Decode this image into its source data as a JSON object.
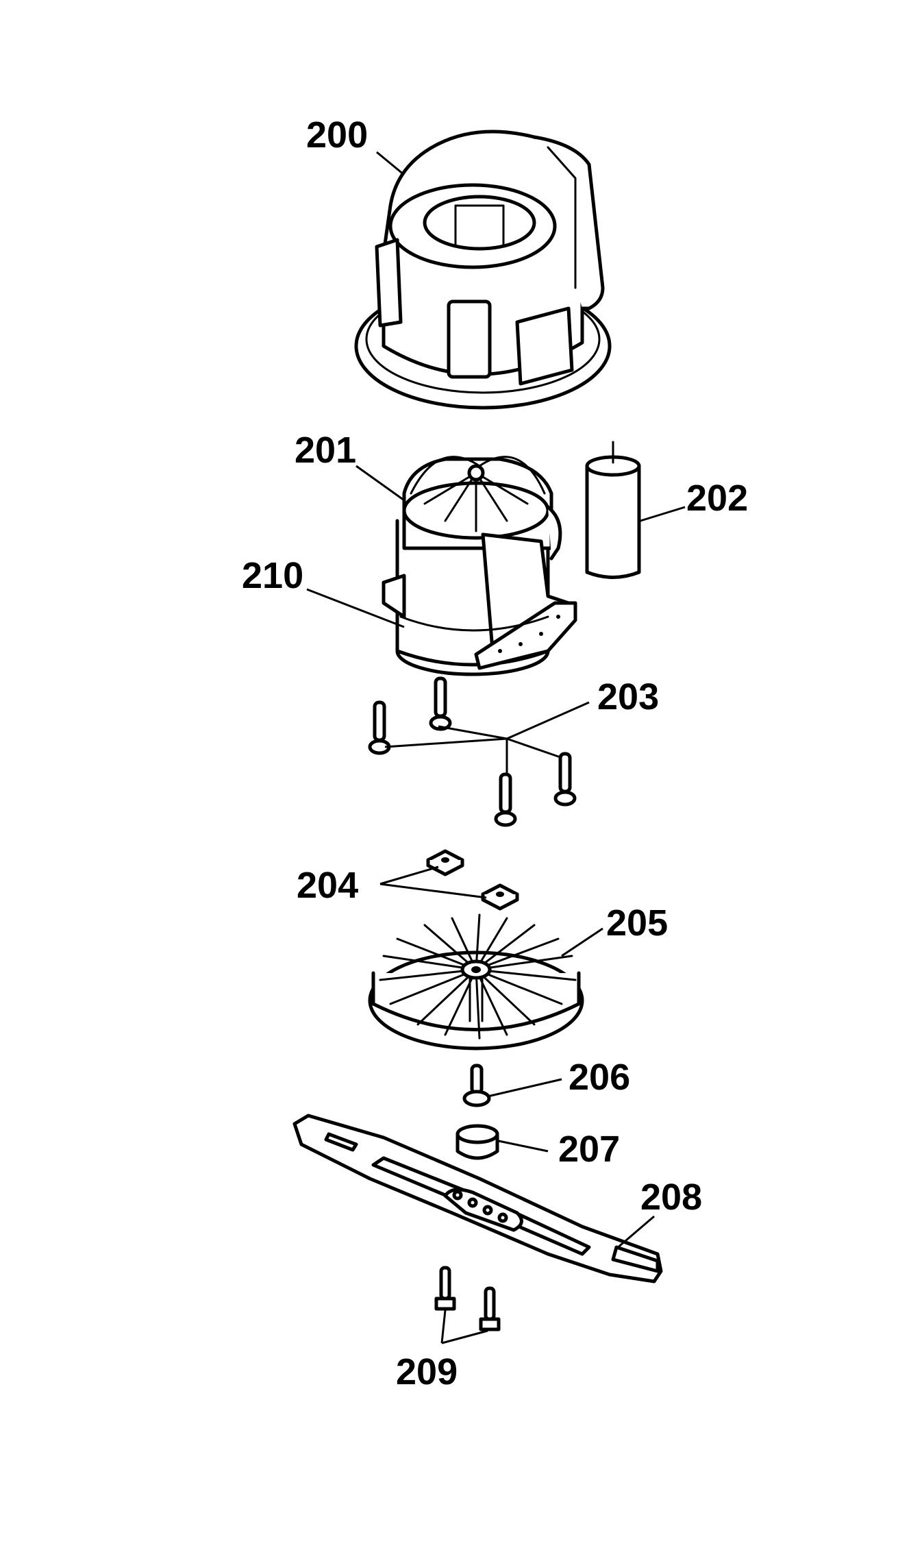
{
  "callouts": {
    "c200": "200",
    "c201": "201",
    "c202": "202",
    "c203": "203",
    "c204": "204",
    "c205": "205",
    "c206": "206",
    "c207": "207",
    "c208": "208",
    "c209": "209",
    "c210": "210"
  }
}
